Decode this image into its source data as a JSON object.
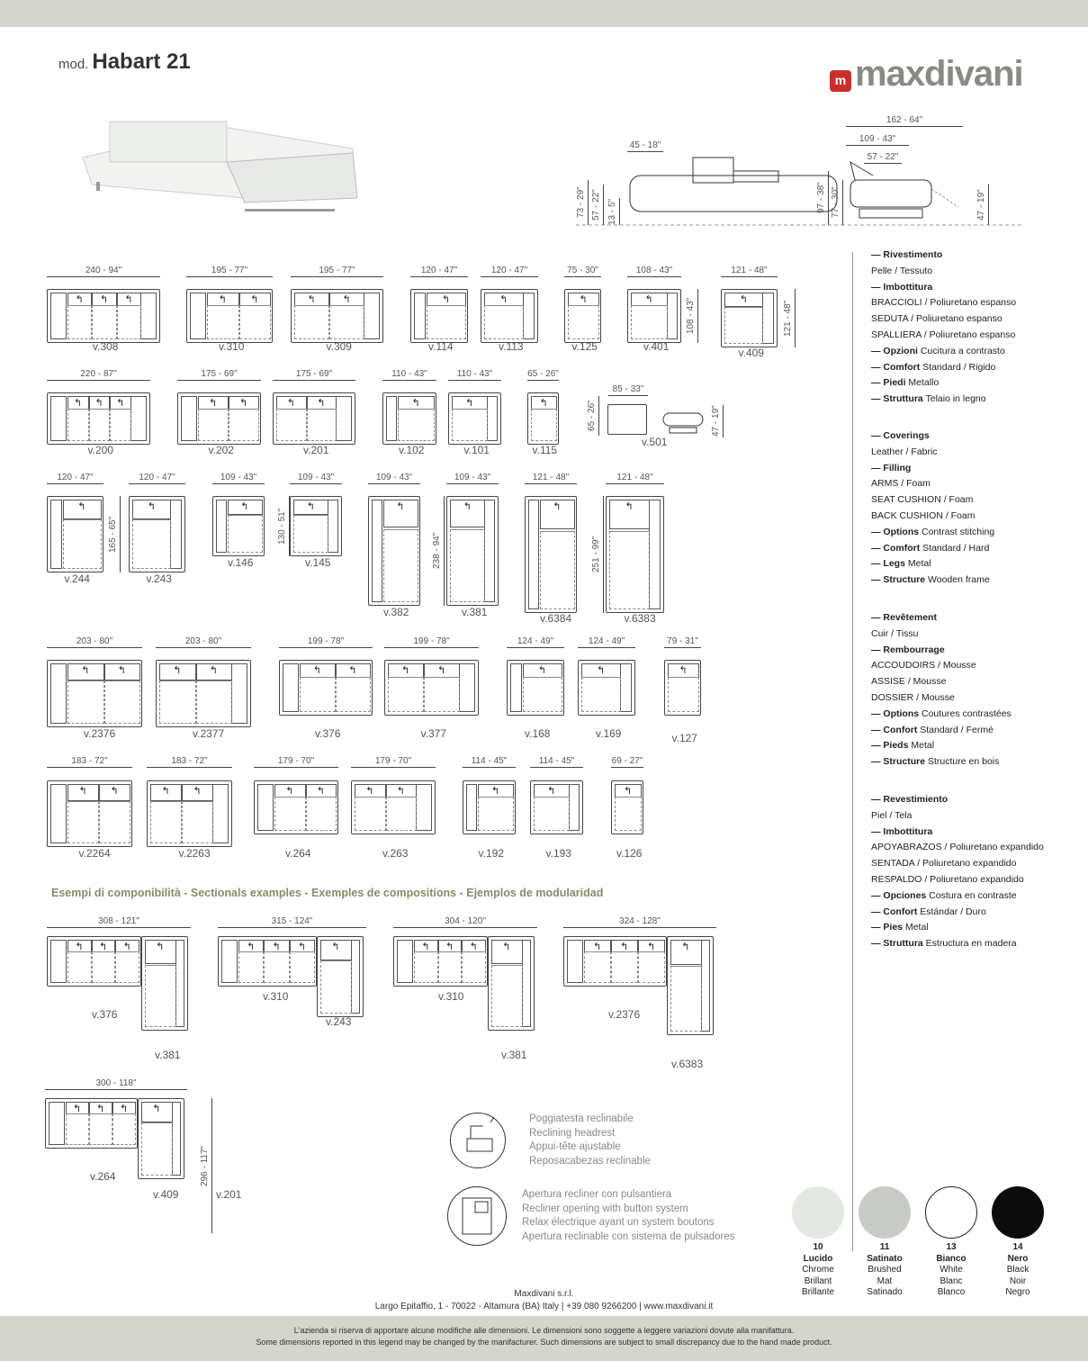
{
  "header": {
    "prefix": "mod.",
    "model": "Habart 21",
    "brand": "maxdivani"
  },
  "front_view": {
    "width": "45 - 18\"",
    "h_total": "73 - 29\"",
    "h_seat": "57 - 22\"",
    "h_leg": "13 - 5\""
  },
  "side_view": {
    "depth_open": "162 - 64\"",
    "depth": "109 - 43\"",
    "seat_depth": "57 - 22\"",
    "h_max": "97 - 38\"",
    "h_back": "77 - 30\"",
    "h_rec": "47 - 19\""
  },
  "modules": [
    {
      "dim": "240 - 94\"",
      "code": "v.308"
    },
    {
      "dim": "195 - 77\"",
      "code": "v.310"
    },
    {
      "dim": "195 - 77\"",
      "code": "v.309"
    },
    {
      "dim": "120 - 47\"",
      "code": "v.114"
    },
    {
      "dim": "120 - 47\"",
      "code": "v.113"
    },
    {
      "dim": "75 - 30\"",
      "code": "v.125"
    },
    {
      "dim": "108 - 43\"",
      "code": "v.401",
      "side": "108 - 43\""
    },
    {
      "dim": "121 - 48\"",
      "code": "v.409",
      "side": "121 - 48\""
    },
    {
      "dim": "220 - 87\"",
      "code": "v.200"
    },
    {
      "dim": "175 - 69\"",
      "code": "v.202"
    },
    {
      "dim": "175 - 69\"",
      "code": "v.201"
    },
    {
      "dim": "110 - 43\"",
      "code": "v.102"
    },
    {
      "dim": "110 - 43\"",
      "code": "v.101"
    },
    {
      "dim": "65 - 26\"",
      "code": "v.115"
    },
    {
      "dim": "120 - 47\"",
      "code": "v.244",
      "side": "165 - 65\""
    },
    {
      "dim": "120 - 47\"",
      "code": "v.243"
    },
    {
      "dim": "109 - 43\"",
      "code": "v.146",
      "side": "130 - 51\""
    },
    {
      "dim": "109 - 43\"",
      "code": "v.145"
    },
    {
      "dim": "109 - 43\"",
      "code": "v.382",
      "side": "238 - 94\""
    },
    {
      "dim": "109 - 43\"",
      "code": "v.381"
    },
    {
      "dim": "121 - 48\"",
      "code": "v.6384",
      "side": "251 - 99\""
    },
    {
      "dim": "121 - 48\"",
      "code": "v.6383"
    },
    {
      "dim": "203 - 80\"",
      "code": "v.2376"
    },
    {
      "dim": "203 - 80\"",
      "code": "v.2377"
    },
    {
      "dim": "199 - 78\"",
      "code": "v.376"
    },
    {
      "dim": "199 - 78\"",
      "code": "v.377"
    },
    {
      "dim": "124 - 49\"",
      "code": "v.168"
    },
    {
      "dim": "124 - 49\"",
      "code": "v.169"
    },
    {
      "dim": "79 - 31\"",
      "code": "v.127"
    },
    {
      "dim": "183 - 72\"",
      "code": "v.2264"
    },
    {
      "dim": "183 - 72\"",
      "code": "v.2263"
    },
    {
      "dim": "179 - 70\"",
      "code": "v.264"
    },
    {
      "dim": "179 - 70\"",
      "code": "v.263"
    },
    {
      "dim": "114 - 45\"",
      "code": "v.192"
    },
    {
      "dim": "114 - 45\"",
      "code": "v.193"
    },
    {
      "dim": "69 - 27\"",
      "code": "v.126"
    }
  ],
  "ottoman": {
    "dim": "85 - 33\"",
    "side": "65 - 26\"",
    "height": "47 - 19\"",
    "code": "v.501"
  },
  "examples_title": "Esempi di componibilità  -  Sectionals examples - Exemples de compositions - Ejemplos de modularidad",
  "examples": [
    {
      "dim": "308 - 121\"",
      "codes": [
        "v.376",
        "v.381"
      ]
    },
    {
      "dim": "315 - 124\"",
      "codes": [
        "v.310",
        "v.243"
      ]
    },
    {
      "dim": "304 - 120\"",
      "codes": [
        "v.310",
        "v.381"
      ]
    },
    {
      "dim": "324 - 128\"",
      "codes": [
        "v.2376",
        "v.6383"
      ]
    },
    {
      "dim": "300 - 118\"",
      "side": "296 - 117\"",
      "codes": [
        "v.264",
        "v.409",
        "v.201"
      ]
    }
  ],
  "features": [
    {
      "lines": [
        "Poggiatesta reclinabile",
        "Reclining headrest",
        "Appui-tête ajustable",
        "Reposacabezas reclinable"
      ]
    },
    {
      "lines": [
        "Apertura recliner con pulsantiera",
        "Recliner opening with button system",
        "Relax électrique ayant un system boutons",
        "Apertura reclinable con sistema de pulsadores"
      ]
    }
  ],
  "specs": [
    [
      {
        "b": "— Rivestimento",
        "t": ""
      },
      {
        "b": "",
        "t": "Pelle / Tessuto"
      },
      {
        "b": "— Imbottitura",
        "t": ""
      },
      {
        "b": "",
        "t": "BRACCIOLI / Poliuretano espanso"
      },
      {
        "b": "",
        "t": "SEDUTA / Poliuretano espanso"
      },
      {
        "b": "",
        "t": "SPALLIERA / Poliuretano espanso"
      },
      {
        "b": "— Opzioni",
        "t": " Cucitura a contrasto"
      },
      {
        "b": "— Comfort",
        "t": " Standard / Rigido"
      },
      {
        "b": "— Piedi",
        "t": " Metallo"
      },
      {
        "b": "— Struttura",
        "t": " Telaio in legno"
      }
    ],
    [
      {
        "b": "— Coverings",
        "t": ""
      },
      {
        "b": "",
        "t": "Leather / Fabric"
      },
      {
        "b": "— Filling",
        "t": ""
      },
      {
        "b": "",
        "t": "ARMS / Foam"
      },
      {
        "b": "",
        "t": "SEAT CUSHION / Foam"
      },
      {
        "b": "",
        "t": "BACK CUSHION / Foam"
      },
      {
        "b": "— Options",
        "t": " Contrast stitching"
      },
      {
        "b": "— Comfort",
        "t": " Standard / Hard"
      },
      {
        "b": "— Legs",
        "t": " Metal"
      },
      {
        "b": "— Structure",
        "t": " Wooden frame"
      }
    ],
    [
      {
        "b": "— Revêtement",
        "t": ""
      },
      {
        "b": "",
        "t": "Cuir / Tissu"
      },
      {
        "b": "— Rembourrage",
        "t": ""
      },
      {
        "b": "",
        "t": "ACCOUDOIRS / Mousse"
      },
      {
        "b": "",
        "t": "ASSISE / Mousse"
      },
      {
        "b": "",
        "t": "DOSSIER / Mousse"
      },
      {
        "b": "— Options",
        "t": " Coutures contrastées"
      },
      {
        "b": "— Confort",
        "t": " Standard / Fermé"
      },
      {
        "b": "— Pieds",
        "t": " Metal"
      },
      {
        "b": "— Structure",
        "t": " Structure en bois"
      }
    ],
    [
      {
        "b": "— Revestimiento",
        "t": ""
      },
      {
        "b": "",
        "t": "Piel / Tela"
      },
      {
        "b": "— Imbottitura",
        "t": ""
      },
      {
        "b": "",
        "t": "APOYABRAZOS / Poliuretano expandido"
      },
      {
        "b": "",
        "t": "SENTADA / Poliuretano expandido"
      },
      {
        "b": "",
        "t": "RESPALDO / Poliuretano expandido"
      },
      {
        "b": "— Opciones",
        "t": " Costura en contraste"
      },
      {
        "b": "— Confort",
        "t": " Estándar / Duro"
      },
      {
        "b": "— Pies",
        "t": " Metal"
      },
      {
        "b": "— Struttura",
        "t": " Estructura en madera"
      }
    ]
  ],
  "finishes": [
    {
      "num": "10",
      "name": "Lucido",
      "en": "Chrome",
      "fr": "Brillant",
      "es": "Brillante",
      "color": "#e4e8e2"
    },
    {
      "num": "11",
      "name": "Satinato",
      "en": "Brushed",
      "fr": "Mat",
      "es": "Satinado",
      "color": "#c8cbc6"
    },
    {
      "num": "13",
      "name": "Bianco",
      "en": "White",
      "fr": "Blanc",
      "es": "Blanco",
      "color": "#ffffff"
    },
    {
      "num": "14",
      "name": "Nero",
      "en": "Black",
      "fr": "Noir",
      "es": "Negro",
      "color": "#0c0c0c"
    }
  ],
  "footer": {
    "company": "Maxdivani s.r.l.",
    "address": "Largo Epitaffio, 1 - 70022 - Altamura (BA) Italy | +39 080 9266200 | www.maxdivani.it",
    "note_it": "L'azienda si riserva di apportare alcune modifiche alle dimensioni. Le dimensioni sono soggette a leggere variazioni dovute alla manifattura.",
    "note_en": "Some dimensions reported in this legend may be changed by the manifacturer. Such dimensions are subject to small discrepancy due to the hand made product."
  }
}
